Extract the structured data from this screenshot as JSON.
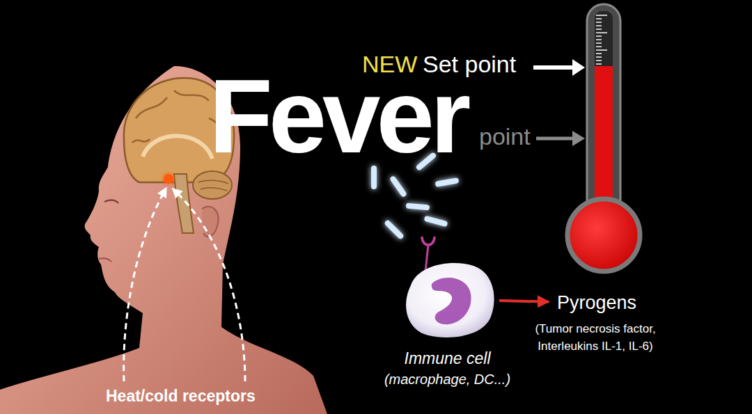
{
  "diagram": {
    "title": "Fever",
    "nodes": [
      {
        "text": [
          "Immune cell",
          "(macrophage, DC...)"
        ]
      },
      {
        "text": [
          "Pyrogens",
          "(Tumor necrosis factor, Interleukins IL-1, IL-6)"
        ]
      }
    ],
    "edges": [
      {
        "from": 0,
        "to": 1,
        "arrow": "to"
      }
    ],
    "labels": [
      "NEW",
      "Set point",
      "point",
      "Heat/cold receptors"
    ]
  }
}
